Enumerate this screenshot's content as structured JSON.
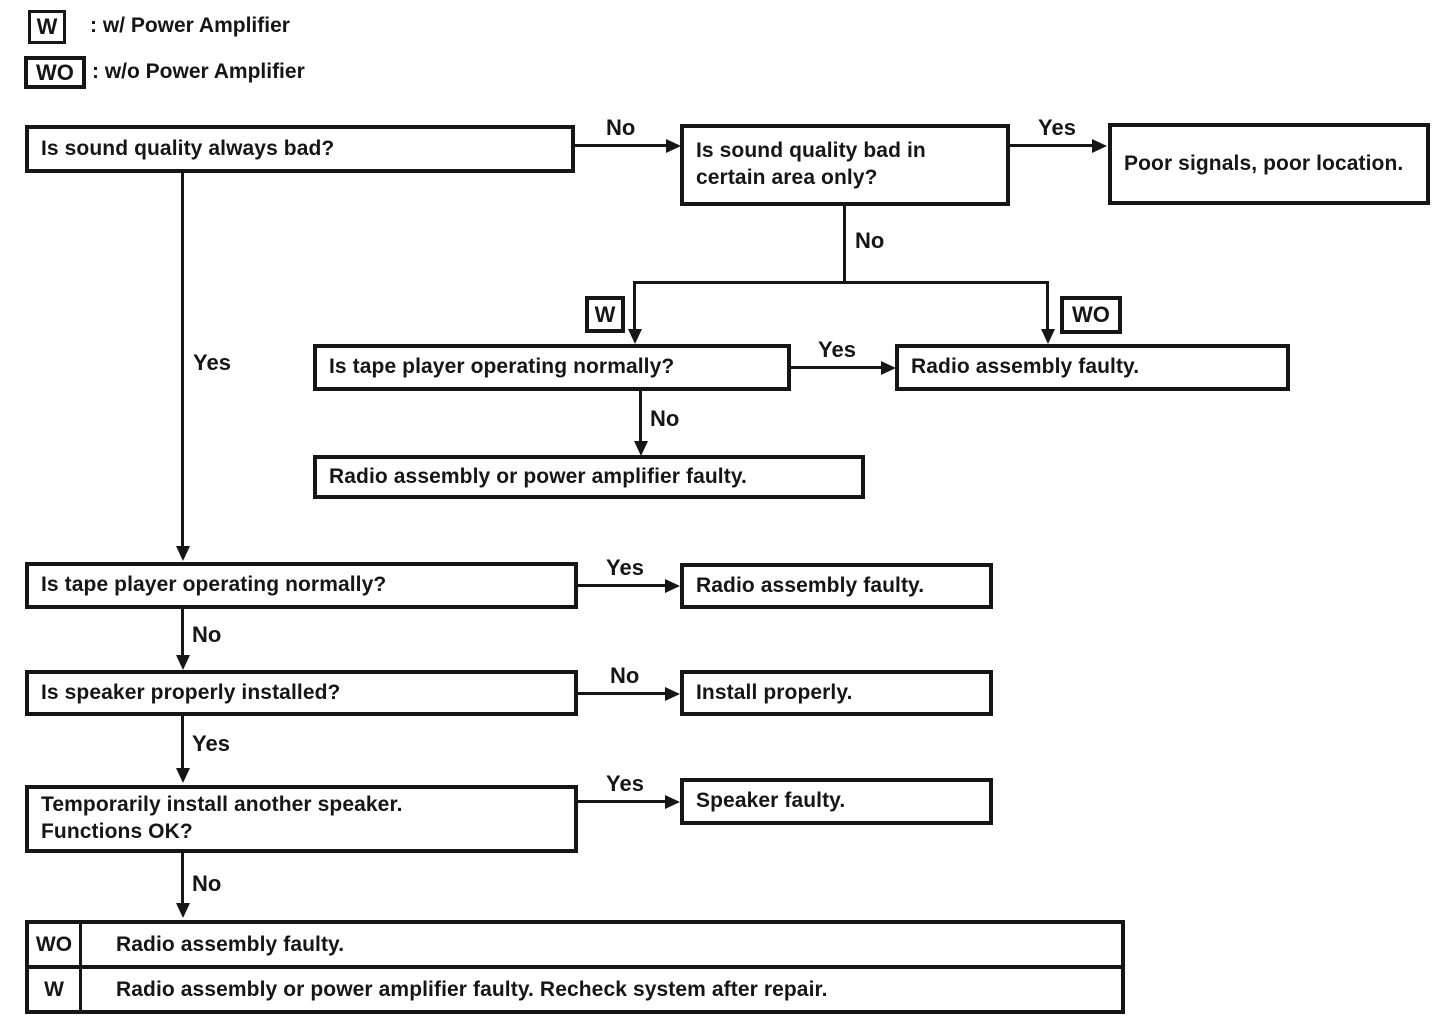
{
  "title": "Sound quality troubleshooting flowchart",
  "colors": {
    "ink": "#161616",
    "paper": "#ffffff"
  },
  "legend": [
    {
      "symbol": "W",
      "label": ": w/ Power Amplifier"
    },
    {
      "symbol": "WO",
      "label": ": w/o Power Amplifier"
    }
  ],
  "tags": {
    "w": "W",
    "wo": "WO"
  },
  "nodes": {
    "q_always_bad": "Is sound quality always bad?",
    "q_certain_area": "Is sound quality bad in certain area only?",
    "end_poor_signals": "Poor signals, poor location.",
    "q_tape_player_top": "Is tape player operating normally?",
    "end_radio_faulty_top": "Radio assembly faulty.",
    "end_radio_or_amp": "Radio assembly or power amplifier faulty.",
    "q_tape_player_mid": "Is tape player operating normally?",
    "end_radio_faulty_mid": "Radio assembly faulty.",
    "q_speaker_installed": "Is speaker properly installed?",
    "end_install_properly": "Install properly.",
    "q_temp_speaker": {
      "line1": "Temporarily install another speaker.",
      "line2": "Functions OK?"
    },
    "end_speaker_faulty": "Speaker faulty."
  },
  "edges": {
    "q1_no": "No",
    "q2_yes": "Yes",
    "q2_no": "No",
    "tape_top_yes": "Yes",
    "tape_top_no": "No",
    "q1_yes": "Yes",
    "tape_mid_yes": "Yes",
    "tape_mid_no": "No",
    "speaker_no": "No",
    "speaker_yes": "Yes",
    "temp_yes": "Yes",
    "temp_no": "No"
  },
  "result_table": {
    "rows": [
      {
        "tag": "WO",
        "text": "Radio assembly faulty."
      },
      {
        "tag": "W",
        "text": "Radio assembly or power amplifier faulty. Recheck system after repair."
      }
    ]
  }
}
